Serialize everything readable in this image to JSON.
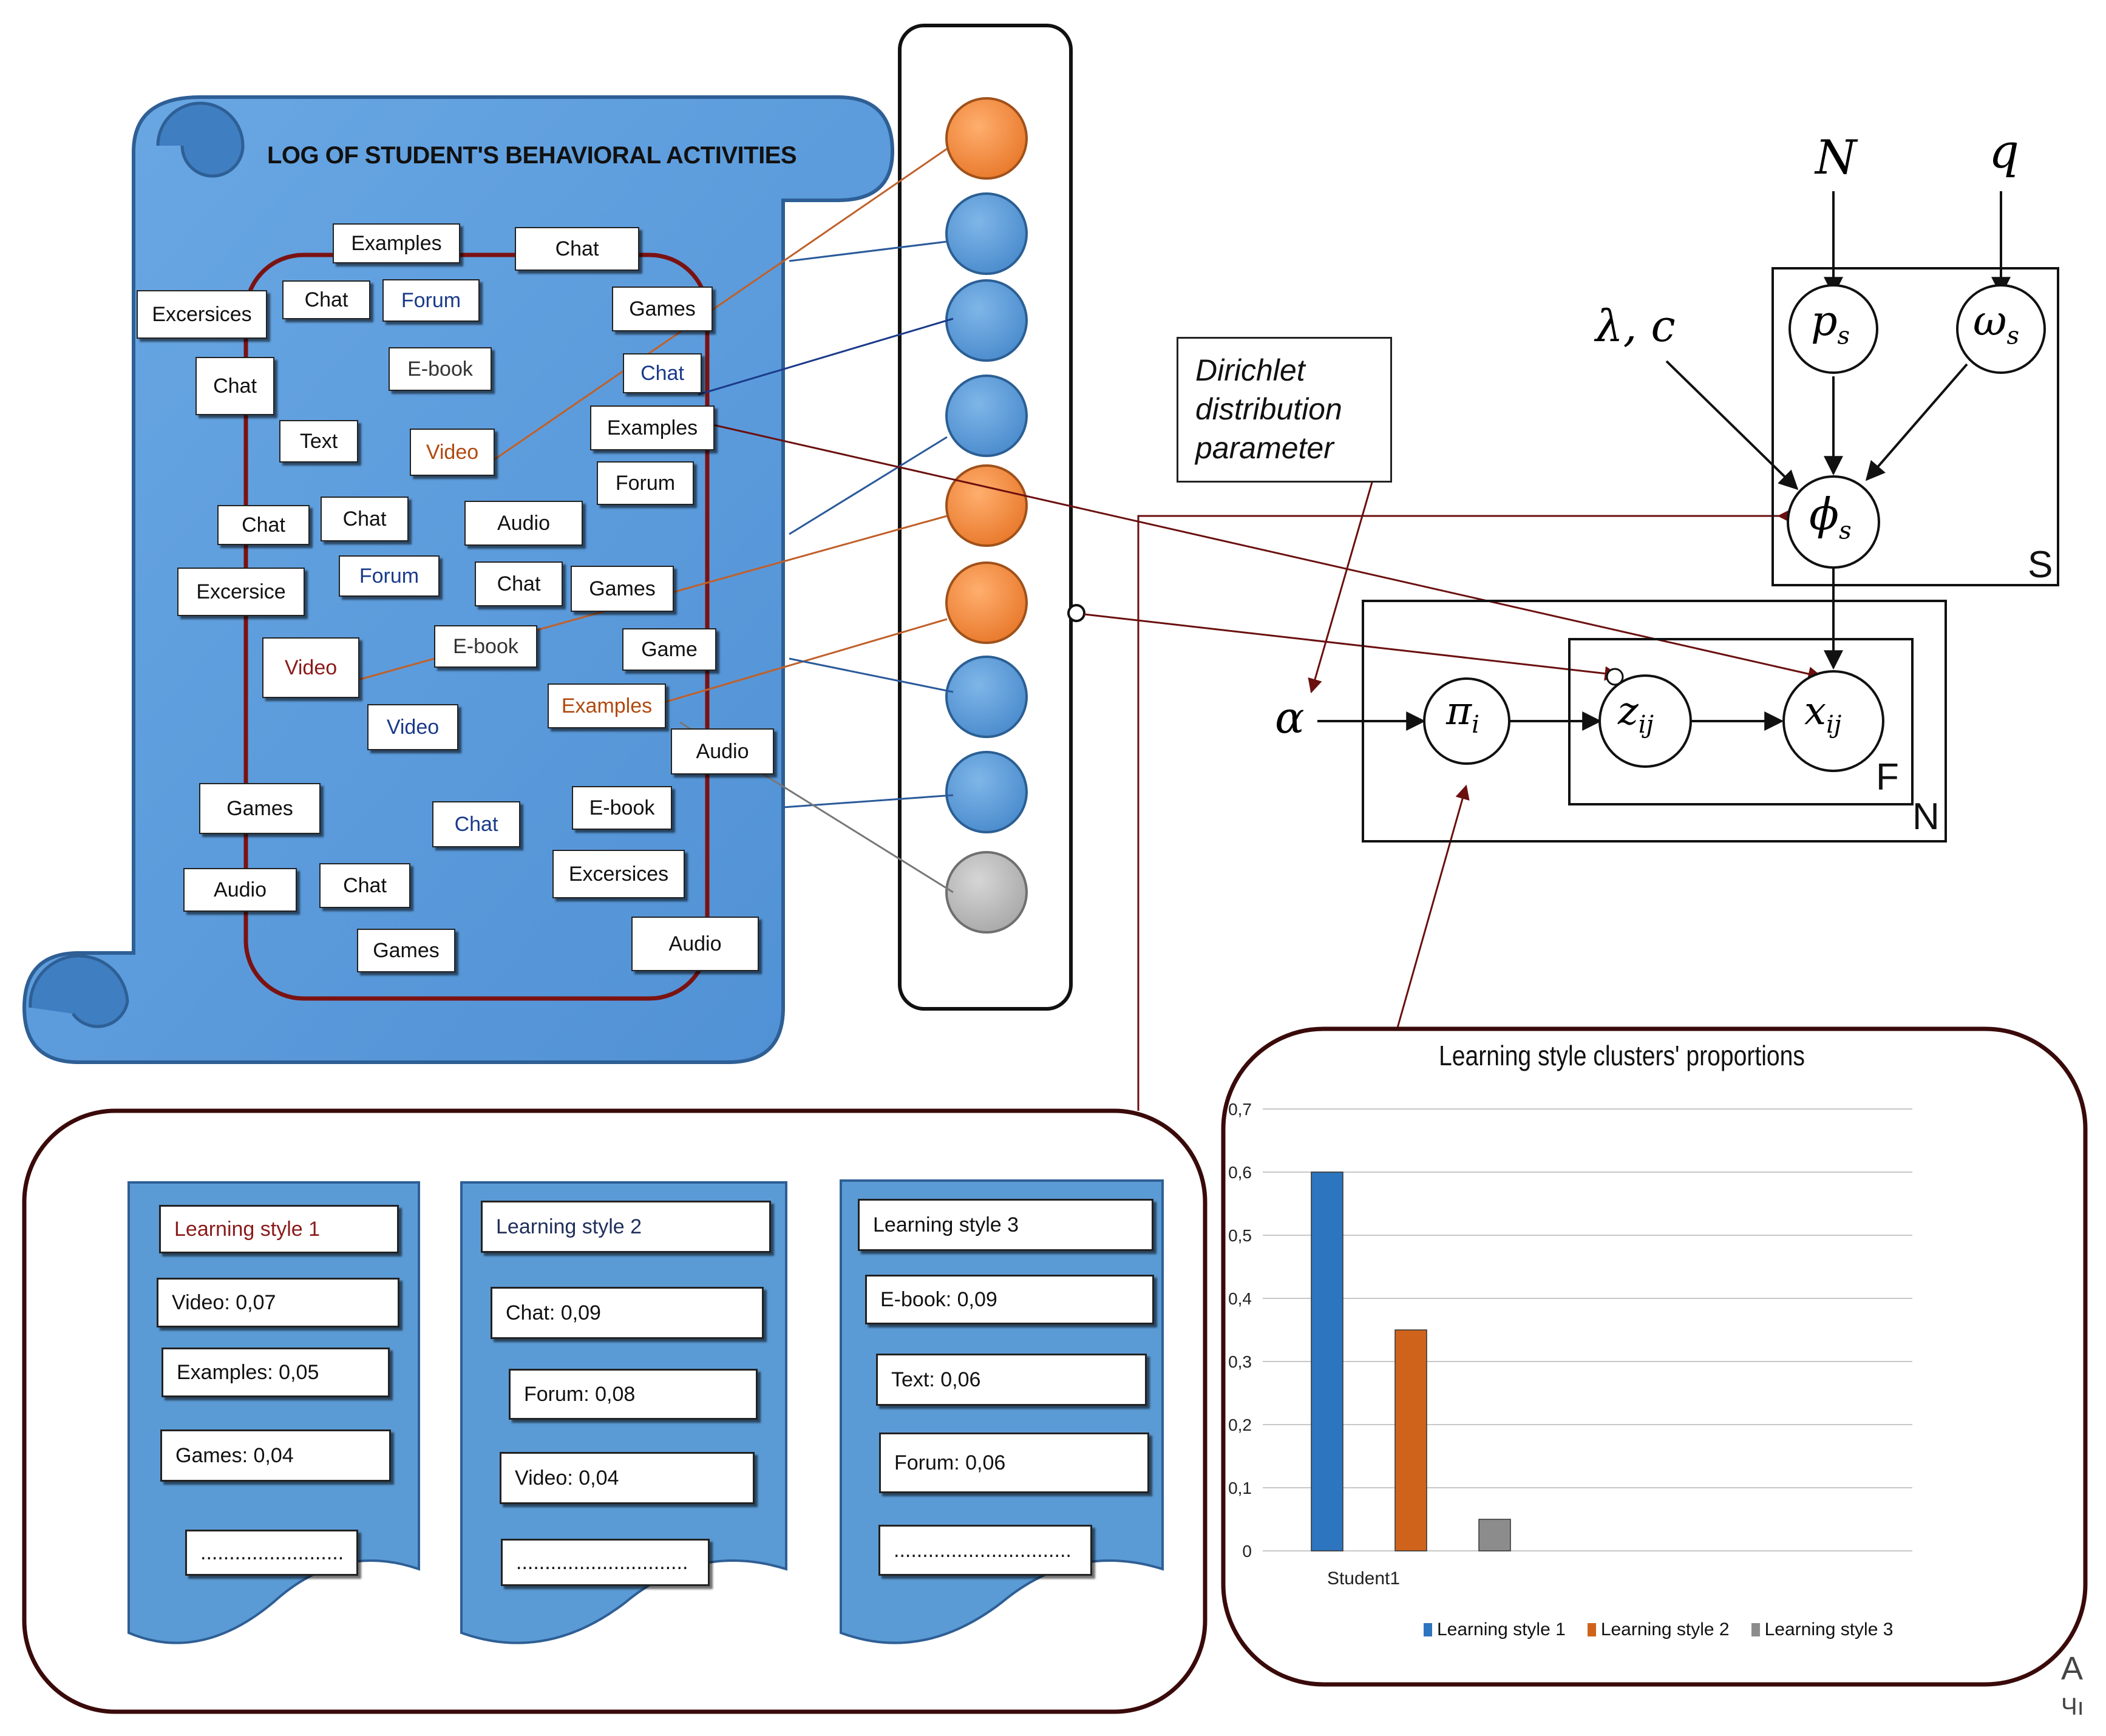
{
  "log": {
    "title": "LOG OF STUDENT'S BEHAVIORAL ACTIVITIES",
    "tiles": [
      {
        "id": "t1",
        "label": "Examples",
        "color": "#111111"
      },
      {
        "id": "t2",
        "label": "Chat",
        "color": "#111111"
      },
      {
        "id": "t3",
        "label": "Excersices",
        "color": "#111111"
      },
      {
        "id": "t4",
        "label": "Chat",
        "color": "#111111"
      },
      {
        "id": "t5",
        "label": "Forum",
        "color": "#1a3a8a"
      },
      {
        "id": "t6",
        "label": "Games",
        "color": "#111111"
      },
      {
        "id": "t7",
        "label": "Chat",
        "color": "#111111"
      },
      {
        "id": "t8",
        "label": "E-book",
        "color": "#333333"
      },
      {
        "id": "t9",
        "label": "Chat",
        "color": "#1a3a8a"
      },
      {
        "id": "t10",
        "label": "Text",
        "color": "#111111"
      },
      {
        "id": "t11",
        "label": "Video",
        "color": "#b04a10"
      },
      {
        "id": "t12",
        "label": "Examples",
        "color": "#111111"
      },
      {
        "id": "t13",
        "label": "Forum",
        "color": "#111111"
      },
      {
        "id": "t14",
        "label": "Chat",
        "color": "#111111"
      },
      {
        "id": "t15",
        "label": "Chat",
        "color": "#111111"
      },
      {
        "id": "t16",
        "label": "Audio",
        "color": "#111111"
      },
      {
        "id": "t17",
        "label": "Excersice",
        "color": "#111111"
      },
      {
        "id": "t18",
        "label": "Forum",
        "color": "#1a3a8a"
      },
      {
        "id": "t19",
        "label": "Chat",
        "color": "#111111"
      },
      {
        "id": "t20",
        "label": "Games",
        "color": "#111111"
      },
      {
        "id": "t21",
        "label": "Video",
        "color": "#8b1a1a"
      },
      {
        "id": "t22",
        "label": "E-book",
        "color": "#333333"
      },
      {
        "id": "t23",
        "label": "Game",
        "color": "#111111"
      },
      {
        "id": "t24",
        "label": "Examples",
        "color": "#b04a10"
      },
      {
        "id": "t25",
        "label": "Video",
        "color": "#1a3a8a"
      },
      {
        "id": "t26",
        "label": "Audio",
        "color": "#111111"
      },
      {
        "id": "t27",
        "label": "Games",
        "color": "#111111"
      },
      {
        "id": "t28",
        "label": "Chat",
        "color": "#1a3a8a"
      },
      {
        "id": "t29",
        "label": "E-book",
        "color": "#111111"
      },
      {
        "id": "t30",
        "label": "Audio",
        "color": "#111111"
      },
      {
        "id": "t31",
        "label": "Chat",
        "color": "#111111"
      },
      {
        "id": "t32",
        "label": "Excersices",
        "color": "#111111"
      },
      {
        "id": "t33",
        "label": "Games",
        "color": "#111111"
      },
      {
        "id": "t34",
        "label": "Audio",
        "color": "#111111"
      }
    ]
  },
  "column_nodes": [
    {
      "color": "orange"
    },
    {
      "color": "blue"
    },
    {
      "color": "blue"
    },
    {
      "color": "blue"
    },
    {
      "color": "orange"
    },
    {
      "color": "orange"
    },
    {
      "color": "blue"
    },
    {
      "color": "blue"
    },
    {
      "color": "gray"
    }
  ],
  "node_colors": {
    "orange": "#f28a3a",
    "blue": "#5b9bd5",
    "gray": "#b9b9b9"
  },
  "dirichlet_label": "Dirichlet distribution parameter",
  "model": {
    "N_top": "N",
    "q_top": "q",
    "lambda_c": "λ, c",
    "p_s": "p",
    "p_s_sub": "s",
    "omega_s": "ω",
    "omega_s_sub": "s",
    "phi_s": "ϕ",
    "phi_s_sub": "s",
    "alpha": "α",
    "pi_i": "π",
    "pi_i_sub": "i",
    "z_ij": "z",
    "z_ij_sub": "ij",
    "x_ij": "x",
    "x_ij_sub": "ij",
    "plate_S": "S",
    "plate_F": "F",
    "plate_N": "N"
  },
  "learning_styles": [
    {
      "title": "Learning style 1",
      "title_color": "#8b1a1a",
      "items": [
        "Video: 0,07",
        "Examples: 0,05",
        "Games: 0,04"
      ],
      "more": "........................."
    },
    {
      "title": "Learning style 2",
      "title_color": "#1f2f5a",
      "items": [
        "Chat: 0,09",
        "Forum: 0,08",
        "Video: 0,04"
      ],
      "more": ".............................."
    },
    {
      "title": "Learning style 3",
      "title_color": "#111111",
      "items": [
        "E-book: 0,09",
        "Text: 0,06",
        "Forum: 0,06"
      ],
      "more": "..............................."
    }
  ],
  "chart_data": {
    "type": "bar",
    "title": "Learning style clusters' proportions",
    "categories": [
      "Student1"
    ],
    "series": [
      {
        "name": "Learning style 1",
        "values": [
          0.6
        ],
        "color": "#2e75c0"
      },
      {
        "name": "Learning style 2",
        "values": [
          0.35
        ],
        "color": "#d0631c"
      },
      {
        "name": "Learning style 3",
        "values": [
          0.05
        ],
        "color": "#8c8c8c"
      }
    ],
    "ylim": [
      0,
      0.7
    ],
    "ytick_labels": [
      "0",
      "0,1",
      "0,2",
      "0,3",
      "0,4",
      "0,5",
      "0,6",
      "0,7"
    ],
    "grid": true,
    "legend": "bottom"
  },
  "edge_text": {
    "line1": "A",
    "line2": "Чı"
  }
}
